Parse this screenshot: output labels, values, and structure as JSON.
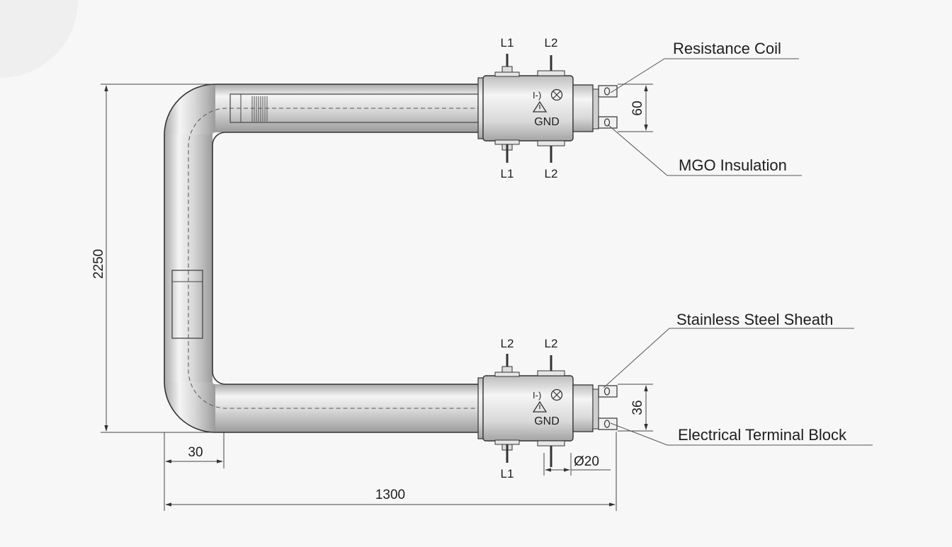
{
  "callouts": {
    "resistance_coil": "Resistance Coil",
    "mgo_insulation": "MGO Insulation",
    "stainless_sheath": "Stainless Steel Sheath",
    "terminal_block": "Electrical Terminal Block"
  },
  "terminals": {
    "top": {
      "above_left": "L1",
      "above_right": "L2",
      "below_left": "L1",
      "below_right": "L2",
      "ground": "GND"
    },
    "bottom": {
      "above_left": "L2",
      "above_right": "L2",
      "below_left": "L1",
      "ground": "GND"
    }
  },
  "dimensions": {
    "height": "2250",
    "width": "1300",
    "wall": "30",
    "top_spacing": "60",
    "bottom_spacing": "36",
    "diameter": "Ø20"
  },
  "colors": {
    "line": "#333333",
    "metal_light": "#f2f2f2",
    "metal_dark": "#9a9a9a",
    "background": "#f7f7f7"
  }
}
